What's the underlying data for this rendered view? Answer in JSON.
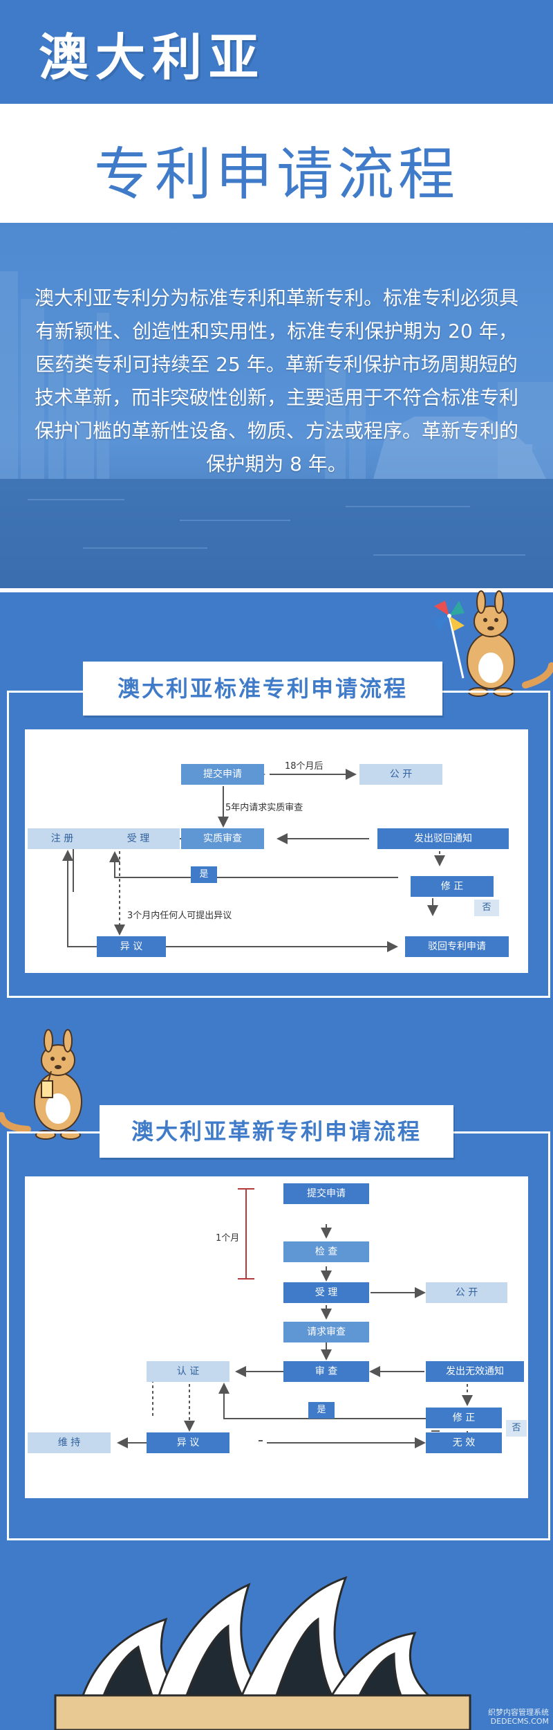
{
  "header": {
    "brand": "澳大利亚",
    "title": "专利申请流程"
  },
  "intro": {
    "text": "澳大利亚专利分为标准专利和革新专利。标准专利必须具有新颖性、创造性和实用性，标准专利保护期为 20 年，医药类专利可持续至 25 年。革新专利保护市场周期短的技术革新，而非突破性创新，主要适用于不符合标准专利保护门槛的革新性设备、物质、方法或程序。革新专利的保护期为 8 年。"
  },
  "standard": {
    "title": "澳大利亚标准专利申请流程",
    "nodes": {
      "submit": "提交申请",
      "publish": "公 开",
      "register": "注 册",
      "accept": "受 理",
      "exam": "实质审查",
      "reject": "发出驳回通知",
      "amend": "修 正",
      "oppose": "异 议",
      "refuse": "驳回专利申请"
    },
    "labels": {
      "after18": "18个月后",
      "within5y": "5年内请求实质审查",
      "within3m": "3个月内任何人可提出异议",
      "yes": "是",
      "no": "否"
    }
  },
  "innovation": {
    "title": "澳大利亚革新专利申请流程",
    "nodes": {
      "submit": "提交申请",
      "check": "检 查",
      "accept": "受 理",
      "publish": "公 开",
      "request": "请求审查",
      "certify": "认 证",
      "exam": "审 查",
      "invalid_notice": "发出无效通知",
      "amend": "修 正",
      "maintain": "维 持",
      "oppose": "异 议",
      "invalid": "无 效"
    },
    "labels": {
      "one_month": "1个月",
      "yes": "是",
      "no": "否"
    }
  },
  "watermark": {
    "line1": "织梦内容管理系统",
    "line2": "DEDECMS.COM"
  },
  "colors": {
    "primary": "#3f7bc9",
    "light_node": "#c5d9ee",
    "white": "#ffffff"
  }
}
